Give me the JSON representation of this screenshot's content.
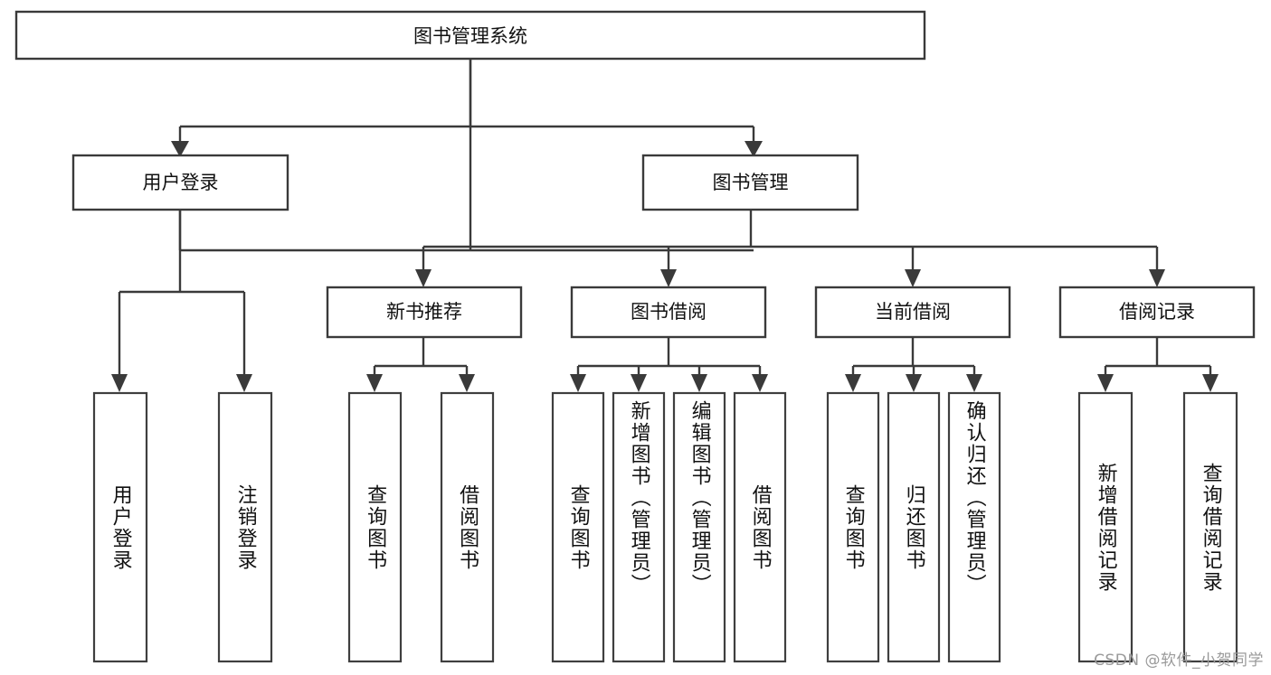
{
  "diagram": {
    "type": "tree",
    "orientation": "top-down",
    "root": {
      "id": "root",
      "label": "图书管理系统"
    },
    "level1": [
      {
        "id": "user-login",
        "label": "用户登录"
      },
      {
        "id": "book-manage",
        "label": "图书管理"
      }
    ],
    "level2": [
      {
        "id": "new-book-recommend",
        "label": "新书推荐",
        "parent": "book-manage"
      },
      {
        "id": "book-borrow",
        "label": "图书借阅",
        "parent": "book-manage"
      },
      {
        "id": "current-borrow",
        "label": "当前借阅",
        "parent": "book-manage"
      },
      {
        "id": "borrow-record",
        "label": "借阅记录",
        "parent": "book-manage"
      }
    ],
    "leaves": [
      {
        "id": "leaf-user-login",
        "label": "用户登录",
        "parent": "user-login"
      },
      {
        "id": "leaf-logout-login",
        "label": "注销登录",
        "parent": "user-login"
      },
      {
        "id": "leaf-query-book-1",
        "label": "查询图书",
        "parent": "new-book-recommend"
      },
      {
        "id": "leaf-borrow-book-1",
        "label": "借阅图书",
        "parent": "new-book-recommend"
      },
      {
        "id": "leaf-query-book-2",
        "label": "查询图书",
        "parent": "book-borrow"
      },
      {
        "id": "leaf-add-book",
        "label": "新增图书（管理员）",
        "parent": "book-borrow"
      },
      {
        "id": "leaf-edit-book",
        "label": "编辑图书（管理员）",
        "parent": "book-borrow"
      },
      {
        "id": "leaf-borrow-book-2",
        "label": "借阅图书",
        "parent": "book-borrow"
      },
      {
        "id": "leaf-query-book-3",
        "label": "查询图书",
        "parent": "current-borrow"
      },
      {
        "id": "leaf-return-book",
        "label": "归还图书",
        "parent": "current-borrow"
      },
      {
        "id": "leaf-confirm-return",
        "label": "确认归还（管理员）",
        "parent": "current-borrow"
      },
      {
        "id": "leaf-add-record",
        "label": "新增借阅记录",
        "parent": "borrow-record"
      },
      {
        "id": "leaf-query-record",
        "label": "查询借阅记录",
        "parent": "borrow-record"
      }
    ]
  },
  "watermark": {
    "text": "CSDN @软件_小贺同学"
  },
  "colors": {
    "box_stroke": "#3a3a3a",
    "box_fill": "#ffffff",
    "text": "#111111",
    "connector": "#3a3a3a",
    "watermark": "#9a9a9a",
    "background": "#ffffff"
  }
}
